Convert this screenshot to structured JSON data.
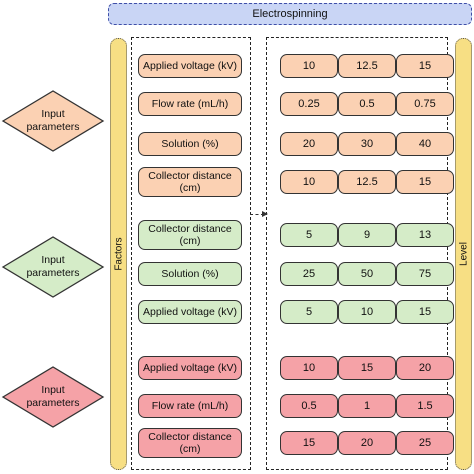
{
  "banner": "Electrospinning",
  "factors_label": "Factors",
  "level_label": "Level",
  "colors": {
    "orange": "#fbd1b3",
    "green": "#d5ecc8",
    "red": "#f5a2a7"
  },
  "groups": [
    {
      "input": "Input\nparameters",
      "color": "orange",
      "factors": [
        {
          "name": "Applied voltage (kV)",
          "levels": [
            "10",
            "12.5",
            "15"
          ]
        },
        {
          "name": "Flow rate (mL/h)",
          "levels": [
            "0.25",
            "0.5",
            "0.75"
          ]
        },
        {
          "name": "Solution (%)",
          "levels": [
            "20",
            "30",
            "40"
          ]
        },
        {
          "name": "Collector distance\n(cm)",
          "levels": [
            "10",
            "12.5",
            "15"
          ]
        }
      ]
    },
    {
      "input": "Input\nparameters",
      "color": "green",
      "factors": [
        {
          "name": "Collector distance\n(cm)",
          "levels": [
            "5",
            "9",
            "13"
          ]
        },
        {
          "name": "Solution (%)",
          "levels": [
            "25",
            "50",
            "75"
          ]
        },
        {
          "name": "Applied voltage (kV)",
          "levels": [
            "5",
            "10",
            "15"
          ]
        }
      ]
    },
    {
      "input": "Input\nparameters",
      "color": "red",
      "factors": [
        {
          "name": "Applied voltage (kV)",
          "levels": [
            "10",
            "15",
            "20"
          ]
        },
        {
          "name": "Flow rate (mL/h)",
          "levels": [
            "0.5",
            "1",
            "1.5"
          ]
        },
        {
          "name": "Collector distance\n(cm)",
          "levels": [
            "15",
            "20",
            "25"
          ]
        }
      ]
    }
  ]
}
